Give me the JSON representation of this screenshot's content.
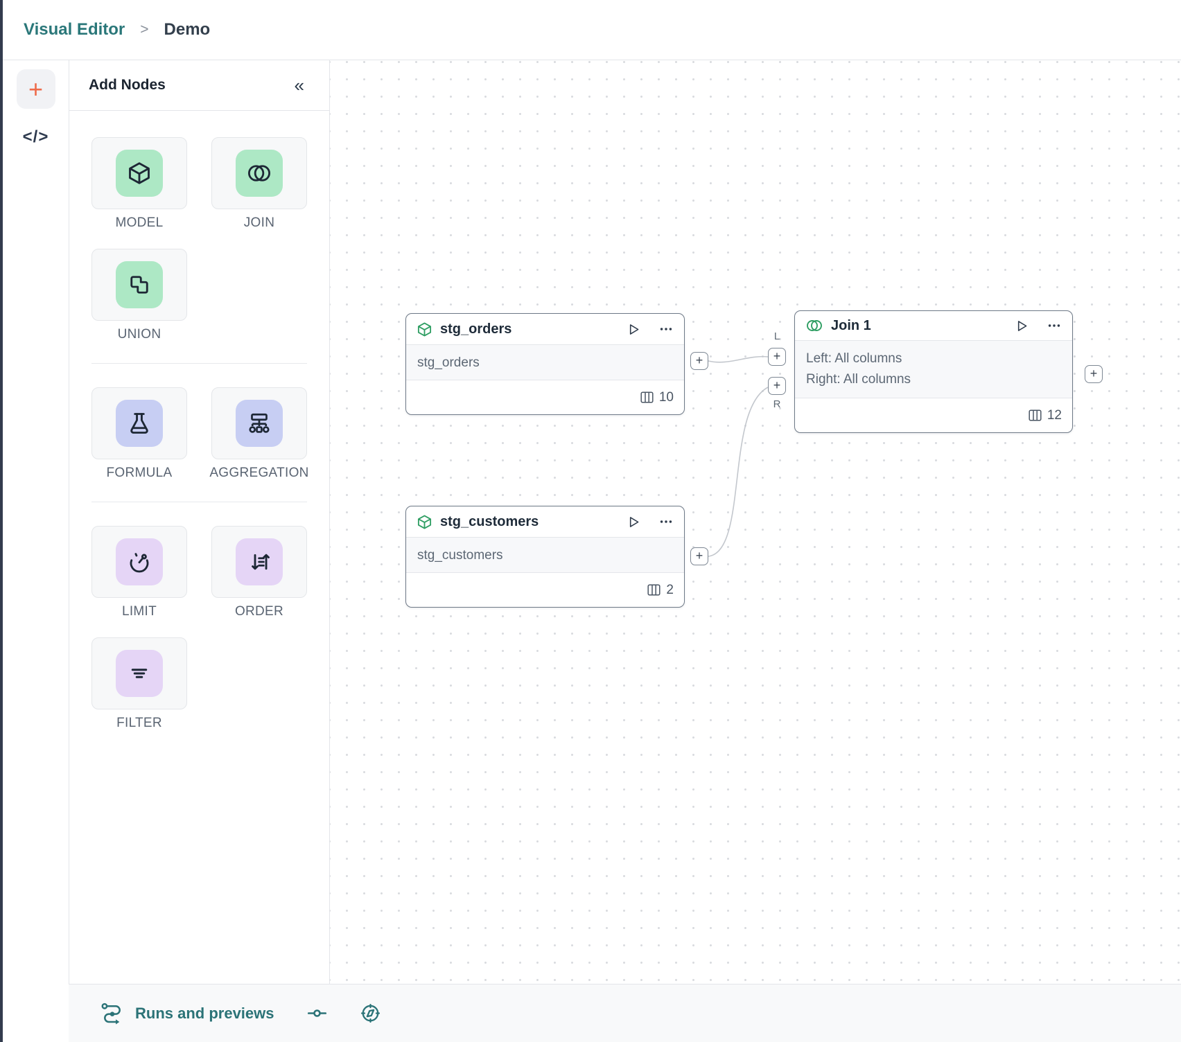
{
  "header": {
    "breadcrumb": {
      "section": "Visual Editor",
      "separator": ">",
      "page": "Demo"
    }
  },
  "rail": {
    "add_button": "+",
    "code_toggle": "</>"
  },
  "palette": {
    "title": "Add Nodes",
    "collapse_icon": "«",
    "groups": [
      {
        "items": [
          {
            "label": "MODEL",
            "icon": "cube-icon",
            "tint": "green"
          },
          {
            "label": "JOIN",
            "icon": "venn-icon",
            "tint": "green"
          },
          {
            "label": "UNION",
            "icon": "union-icon",
            "tint": "green"
          }
        ]
      },
      {
        "items": [
          {
            "label": "FORMULA",
            "icon": "flask-icon",
            "tint": "periwinkle"
          },
          {
            "label": "AGGREGATION",
            "icon": "sitemap-icon",
            "tint": "periwinkle"
          }
        ]
      },
      {
        "items": [
          {
            "label": "LIMIT",
            "icon": "gauge-icon",
            "tint": "purple"
          },
          {
            "label": "ORDER",
            "icon": "sort-icon",
            "tint": "purple"
          },
          {
            "label": "FILTER",
            "icon": "filter-lines-icon",
            "tint": "purple"
          }
        ]
      }
    ]
  },
  "canvas": {
    "nodes": [
      {
        "title": "stg_orders",
        "icon": "cube",
        "source": "stg_orders",
        "column_count": "10"
      },
      {
        "title": "stg_customers",
        "icon": "cube",
        "source": "stg_customers",
        "column_count": "2"
      },
      {
        "title": "Join 1",
        "icon": "venn",
        "left_line": "Left: All columns",
        "right_line": "Right: All columns",
        "column_count": "12"
      }
    ],
    "handles": {
      "plus": "+",
      "left_label": "L",
      "right_label": "R"
    }
  },
  "bottom_bar": {
    "runs_label": "Runs and previews"
  },
  "colors": {
    "accent_teal": "#2b7377",
    "breadcrumb_teal": "#2a7779",
    "plus_orange": "#ee6b4a",
    "tile_green": "#ade8c5",
    "tile_periwinkle": "#c7cef3",
    "tile_purple": "#e5d5f6",
    "node_icon_green": "#2f9e63",
    "node_border": "#6e7987",
    "edge_gray": "#c3c7cd"
  }
}
